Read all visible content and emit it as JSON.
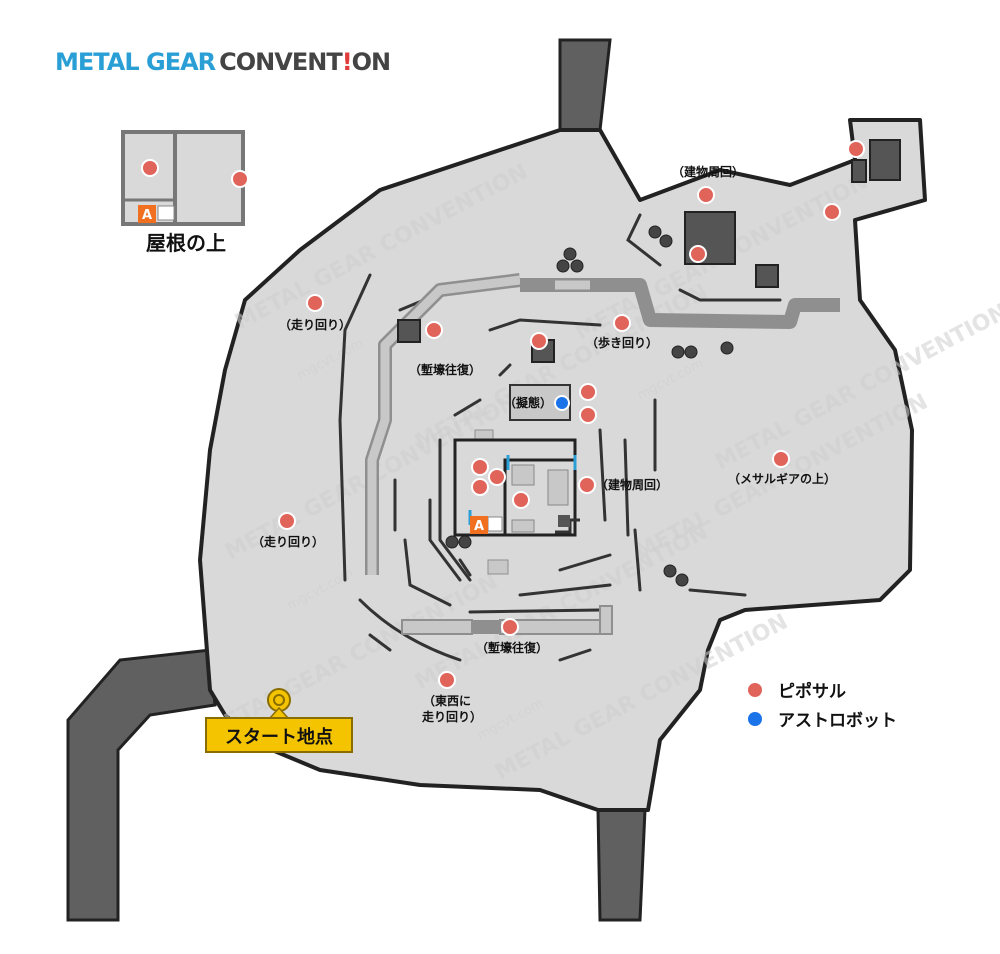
{
  "logo": {
    "part1": "METAL GEAR",
    "part2": "CONVENT",
    "part3": "!",
    "part4": "ON"
  },
  "rooftop_label": "屋根の上",
  "start_label": "スタート地点",
  "access_marker": "A",
  "route_labels": {
    "building_loop_top": "（建物周回）",
    "run_loop_upper": "（走り回り）",
    "trench_upper": "（塹壕往復）",
    "walk_loop": "（歩き回り）",
    "mimicry": "（擬態）",
    "building_loop_center": "（建物周回）",
    "on_metal_gear": "（メサルギアの上）",
    "run_loop_lower": "（走り回り）",
    "trench_lower": "（塹壕往復）",
    "east_west_line1": "（東西に",
    "east_west_line2": "走り回り）"
  },
  "legend": {
    "pipo_monkey": "ピポサル",
    "astro_bot": "アストロボット"
  },
  "watermark": {
    "text": "METAL GEAR CONVENTION",
    "sub": "mgcvt.com"
  },
  "colors": {
    "pipo_monkey": "#e0645a",
    "astro_bot": "#1a73e8",
    "start": "#f5c400",
    "access": "#f07020",
    "floor": "#d9d9d9",
    "path": "#606060",
    "logo_blue": "#2a9fd6",
    "logo_gray": "#444444",
    "logo_red": "#e03c3c"
  }
}
